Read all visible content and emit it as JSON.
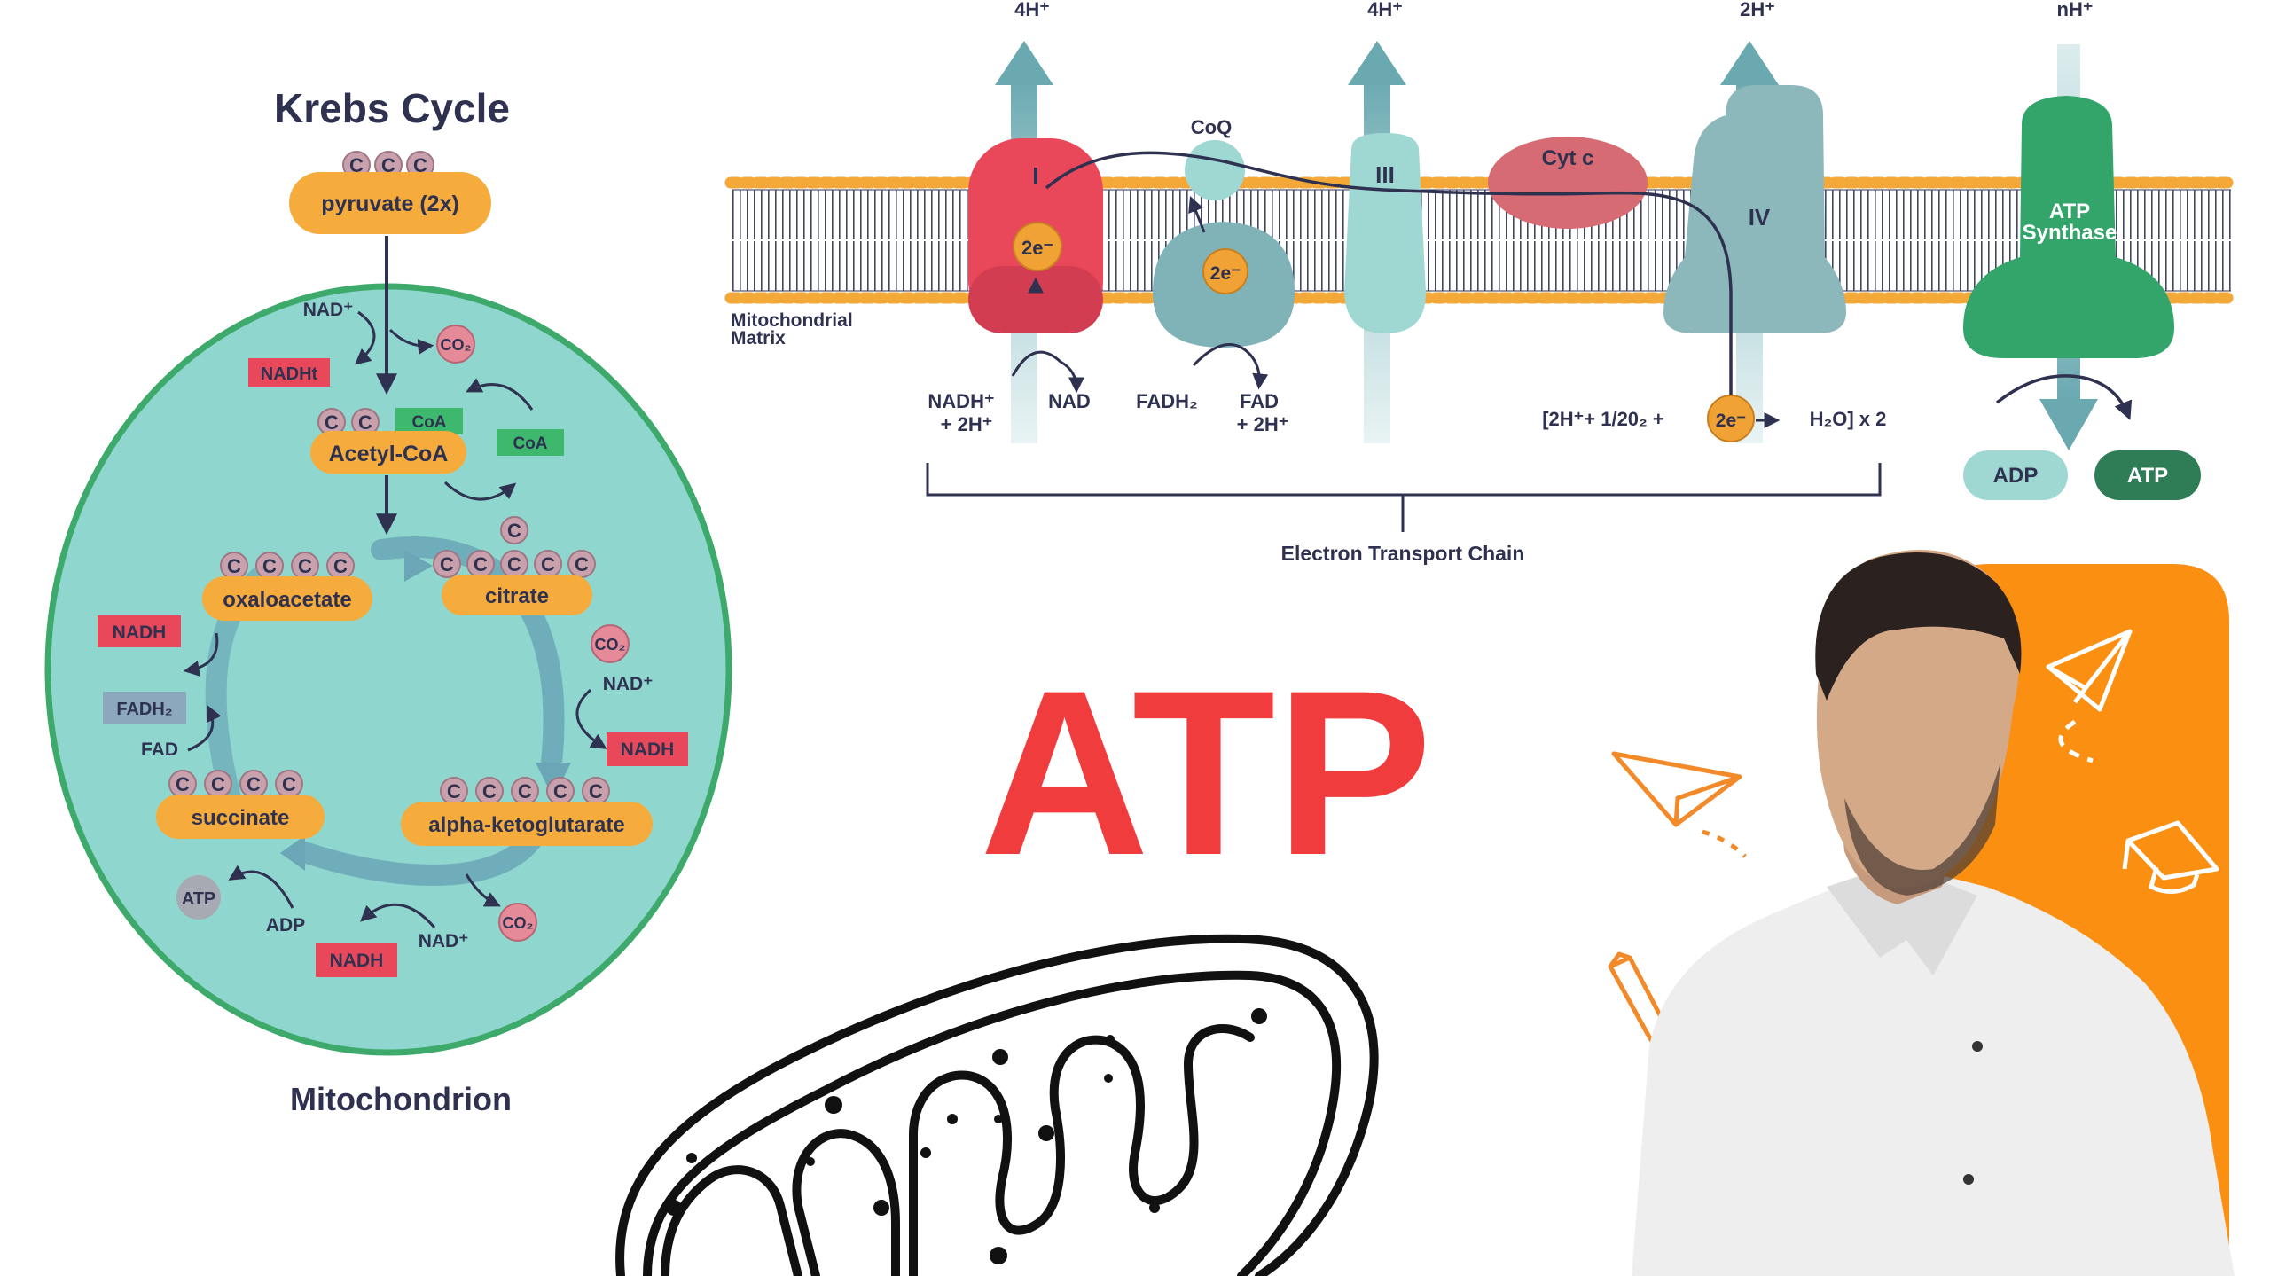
{
  "colors": {
    "accent_red": "#f03c3c",
    "mito_fill": "#8fd6cf",
    "mito_border": "#3daa6c",
    "orange_panel": "#fb8f12",
    "label_dark": "#2f3150",
    "nadh_red": "#e8485a",
    "coa_green": "#3db86c",
    "atp_synthase_green": "#33a56b"
  },
  "krebs": {
    "title": "Krebs Cycle",
    "pyruvate": "pyruvate (2x)",
    "acetyl_coa": "Acetyl-CoA",
    "coa": "CoA",
    "nad_plus": "NAD⁺",
    "nadht": "NADHt",
    "co2": "CO₂",
    "carbon": "C",
    "oxaloacetate": "oxaloacetate",
    "citrate": "citrate",
    "alpha_kg": "alpha-ketoglutarate",
    "succinate": "succinate",
    "nadh": "NADH",
    "fadh2": "FADH₂",
    "fad": "FAD",
    "atp": "ATP",
    "adp": "ADP",
    "footer": "Mitochondrion"
  },
  "etc": {
    "h_labels": [
      "4H⁺",
      "4H⁺",
      "2H⁺",
      "nH⁺"
    ],
    "complex_1": "I",
    "complex_3": "III",
    "complex_4": "IV",
    "coq": "CoQ",
    "cyt_c": "Cyt c",
    "electrons": "2e⁻",
    "matrix_label_line1": "Mitochondrial",
    "matrix_label_line2": "Matrix",
    "nadh_h_line1": "NADH⁺",
    "nadh_h_line2": "+ 2H⁺",
    "nad": "NAD",
    "fadh2": "FADH₂",
    "fad_line1": "FAD",
    "fad_line2": "+ 2H⁺",
    "water_eq_left": "[2H⁺+ 1/20₂ +",
    "water_eq_right": "H₂O] x 2",
    "atp_synthase_line1": "ATP",
    "atp_synthase_line2": "Synthase",
    "adp": "ADP",
    "atp": "ATP",
    "chain_label": "Electron Transport Chain"
  },
  "headline": "ATP"
}
